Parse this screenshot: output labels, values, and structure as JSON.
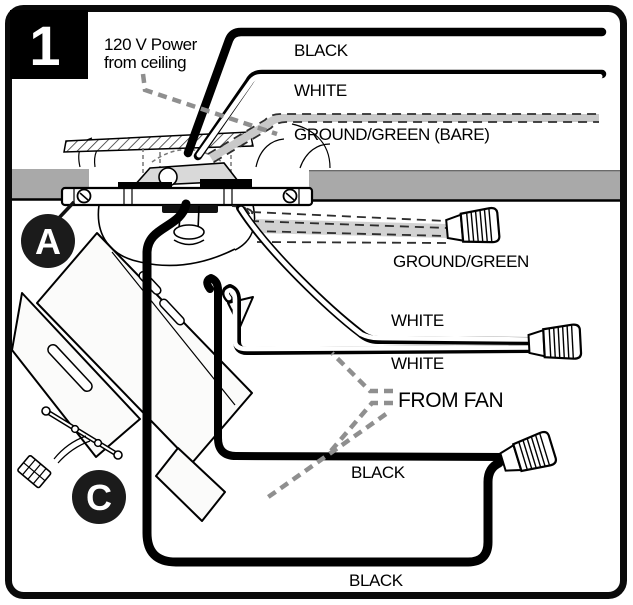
{
  "step": {
    "number": "1"
  },
  "notes": {
    "power_line1": "120 V Power",
    "power_line2": "from ceiling",
    "from_fan": "FROM FAN"
  },
  "badges": {
    "a": "A",
    "c": "C"
  },
  "wires": {
    "ceiling_black": "BLACK",
    "ceiling_white": "WHITE",
    "ceiling_ground": "GROUND/GREEN (BARE)",
    "ground_junction": "GROUND/GREEN",
    "white_from_ceiling": "WHITE",
    "white_from_fan": "WHITE",
    "black_from_fan": "BLACK",
    "black_loop": "BLACK"
  },
  "colors": {
    "ceiling_gray": "#a9a9a9",
    "badge_black": "#1b1b1b",
    "leader_gray": "#8f8f8f",
    "ground_band_gray": "#c9c9c9"
  }
}
